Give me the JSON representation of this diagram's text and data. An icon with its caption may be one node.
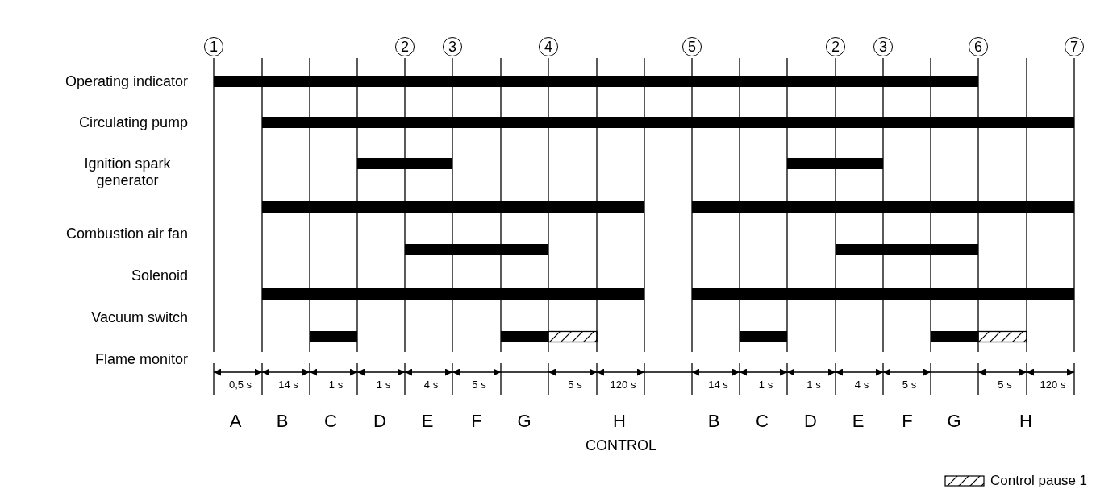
{
  "diagram": {
    "nodes": [
      {
        "text": [
          "1"
        ]
      },
      {
        "text": [
          "2"
        ]
      },
      {
        "text": [
          "3"
        ]
      },
      {
        "text": [
          "4"
        ]
      },
      {
        "text": [
          "5"
        ]
      },
      {
        "text": [
          "2"
        ]
      },
      {
        "text": [
          "3"
        ]
      },
      {
        "text": [
          "6"
        ]
      },
      {
        "text": [
          "7"
        ]
      }
    ],
    "labels": [
      "Operating indicator",
      "Circulating pump",
      "Ignition spark generator",
      "Combustion air fan",
      "Solenoid",
      "Vacuum switch",
      "Flame monitor",
      "0,5 s",
      "14 s",
      "1 s",
      "1 s",
      "4 s",
      "5 s",
      "5 s",
      "120 s",
      "14 s",
      "1 s",
      "1 s",
      "4 s",
      "5 s",
      "5 s",
      "120 s",
      "A",
      "B",
      "C",
      "D",
      "E",
      "F",
      "G",
      "H",
      "B",
      "C",
      "D",
      "E",
      "F",
      "G",
      "H",
      "CONTROL"
    ],
    "legend": [
      {
        "text": "Control pause 1"
      }
    ]
  }
}
